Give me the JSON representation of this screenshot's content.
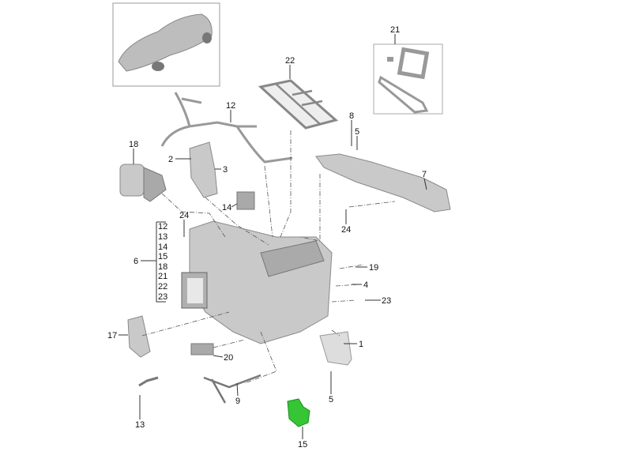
{
  "diagram": {
    "callouts": [
      "21",
      "22",
      "12",
      "8",
      "5",
      "18",
      "2",
      "3",
      "7",
      "14",
      "24",
      "24",
      "6",
      "19",
      "4",
      "23",
      "17",
      "1",
      "20",
      "9",
      "5",
      "13",
      "15"
    ],
    "group_list": [
      "12",
      "13",
      "14",
      "15",
      "18",
      "21",
      "22",
      "23"
    ],
    "highlight_color": "#35c535",
    "highlighted_part": "15"
  }
}
